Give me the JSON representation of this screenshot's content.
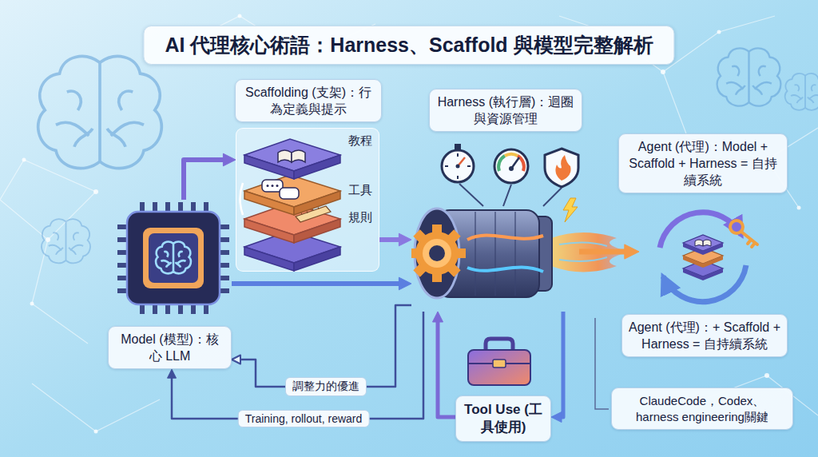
{
  "diagram": {
    "title": "AI 代理核心術語：Harness、Scaffold 與模型完整解析",
    "nodes": [
      {
        "text": [
          "Model (模型)：核心 LLM"
        ]
      },
      {
        "text": [
          "Scaffolding (支架)：行為定義與提示",
          "教程",
          "工具",
          "規則"
        ]
      },
      {
        "text": [
          "Harness (執行層)：迴圈與資源管理"
        ]
      },
      {
        "text": [
          "Agent (代理)：Model + Scaffold + Harness = 自持續系統",
          "Agent (代理)：+ Scaffold + Harness = 自持續系統"
        ]
      },
      {
        "text": [
          "Tool Use (工具使用)"
        ]
      },
      {
        "text": [
          "ClaudeCode，Codex、harness engineering關鍵"
        ]
      }
    ],
    "edges": [
      {
        "from": 0,
        "to": 1,
        "arrow": "to"
      },
      {
        "from": 1,
        "to": 2,
        "arrow": "to"
      },
      {
        "from": 0,
        "to": 2,
        "arrow": "to"
      },
      {
        "from": 2,
        "to": 3,
        "arrow": "to"
      },
      {
        "from": 2,
        "to": 4,
        "arrow": "to"
      },
      {
        "from": 4,
        "to": 2,
        "arrow": "to"
      },
      {
        "from": 2,
        "to": 0,
        "label": "Training, rollout, reward",
        "arrow": "to"
      },
      {
        "from": 2,
        "to": 0,
        "label": "調整力的優進",
        "arrow": "to"
      }
    ]
  }
}
